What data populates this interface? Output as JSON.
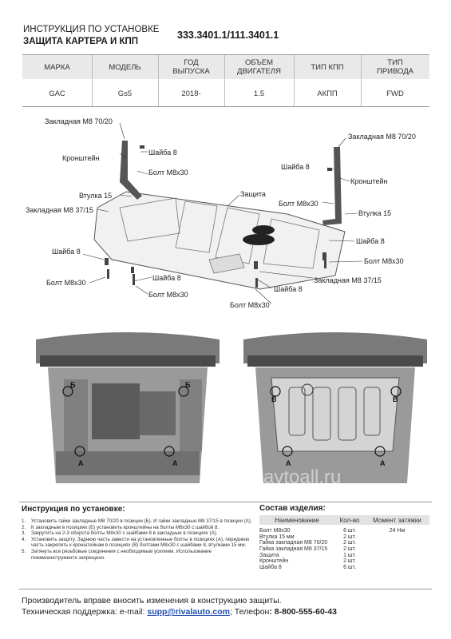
{
  "header": {
    "title_line1": "ИНСТРУКЦИЯ ПО УСТАНОВКЕ",
    "title_line2": "ЗАЩИТА КАРТЕРА И КПП",
    "part_code": "333.3401.1/111.3401.1"
  },
  "spec_table": {
    "headers": [
      "МАРКА",
      "МОДЕЛЬ",
      "ГОД\nВЫПУСКА",
      "ОБЪЕМ\nДВИГАТЕЛЯ",
      "ТИП КПП",
      "ТИП\nПРИВОДА"
    ],
    "values": [
      "GAC",
      "Gs5",
      "2018-",
      "1.5",
      "АКПП",
      "FWD"
    ]
  },
  "diagram_labels": {
    "nut_70_20_left": "Закладная М8 70/20",
    "bracket_left": "Кронштейн",
    "washer_top_left": "Шайба 8",
    "bolt_top_left": "Болт М8х30",
    "bushing_left": "Втулка 15",
    "nut_37_15_left": "Закладная М8 37/15",
    "guard": "Защита",
    "washer_left": "Шайба 8",
    "bolt_left": "Болт М8х30",
    "washer_mid_left": "Шайба 8",
    "bolt_mid_left": "Болт М8х30",
    "nut_70_20_right": "Закладная М8 70/20",
    "washer_top_right": "Шайба 8",
    "bracket_right": "Кронштейн",
    "bolt_top_right": "Болт М8х30",
    "bushing_right": "Втулка 15",
    "washer_right": "Шайба 8",
    "bolt_right": "Болт М8х30",
    "nut_37_15_right": "Закладная М8 37/15",
    "washer_bottom": "Шайба 8",
    "bolt_bottom": "Болт М8х30",
    "pos_A": "А",
    "pos_B": "Б",
    "pos_V": "В",
    "watermark": "avtoall.ru"
  },
  "instructions": {
    "heading": "Инструкция по установке:",
    "steps": [
      {
        "n": "1.",
        "text": "Установить гайки закладные М8 70/20 в позиции (Б). И гайки закладные М8 37/15 в позиции (А)."
      },
      {
        "n": "2.",
        "text": "К закладным в позициях (Б) установить кронштейны на болты М8х30 с шайбой 8."
      },
      {
        "n": "3.",
        "text": "Закрутить на 2-3 оборота болты М8х30 с шайбами 8 в закладные в позициях (А)."
      },
      {
        "n": "4.",
        "text": "Установить защиту. Заднюю часть завести на установленные болты в позициях (А), переднюю часть закрепить к кронштейнам в позициях (В) болтами М8х30 с шайбами 8, втулками 15 мм."
      },
      {
        "n": "5.",
        "text": "Затянуть все резьбовые соединения с необходимым усилием. Использование пневмоинструмента запрещено."
      }
    ]
  },
  "composition": {
    "heading": "Состав изделия:",
    "columns": [
      "Наименование",
      "Кол-во",
      "Момент затяжки"
    ],
    "rows": [
      [
        "Болт М8х30",
        "6 шт.",
        "24 Нм"
      ],
      [
        "Втулка 15 мм",
        "2 шт.",
        ""
      ],
      [
        "Гайка закладная М8 70/20",
        "2 шт.",
        ""
      ],
      [
        "Гайка закладная М8 37/15",
        "2 шт.",
        ""
      ],
      [
        "Защита",
        "1 шт.",
        ""
      ],
      [
        "Кронштейн",
        "2 шт.",
        ""
      ],
      [
        "Шайба 8",
        "6 шт.",
        ""
      ]
    ]
  },
  "footer": {
    "line1": "Производитель вправе вносить изменения в конструкцию защиты.",
    "support_prefix": "Техническая поддержка:  e-mail: ",
    "email": "supp@rivalauto.com",
    "phone_prefix": "; Телефон",
    "phone": ": 8-800-555-60-43"
  }
}
